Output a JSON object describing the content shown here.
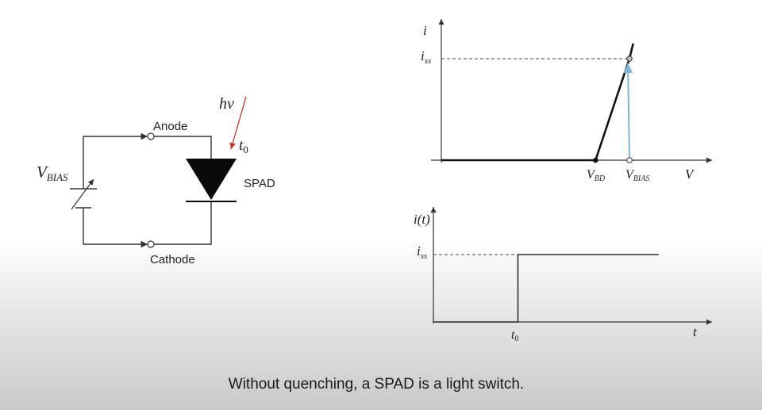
{
  "circuit": {
    "anode_label": "Anode",
    "cathode_label": "Cathode",
    "spad_label": "SPAD",
    "photon_label": "hν",
    "photon_time": "t",
    "photon_time_sub": "0",
    "vbias_main": "V",
    "vbias_sub": "BIAS",
    "photon_arrow_color": "#c0392b"
  },
  "chart_data": [
    {
      "type": "line",
      "title": "",
      "xlabel": "V",
      "ylabel": "i",
      "y_level_label": "i",
      "y_level_sub": "ss",
      "x_markers": [
        {
          "main": "V",
          "sub": "BD"
        },
        {
          "main": "V",
          "sub": "BIAS"
        }
      ],
      "series": [
        {
          "points": [
            [
              0,
              0
            ],
            [
              0.82,
              0
            ],
            [
              1.0,
              1.0
            ],
            [
              1.02,
              1.15
            ]
          ],
          "color": "#111111"
        },
        {
          "points": [
            [
              1.0,
              0
            ],
            [
              1.0,
              1.0
            ]
          ],
          "color": "#7fb3d5"
        }
      ]
    },
    {
      "type": "line",
      "title": "",
      "xlabel": "t",
      "ylabel": "i(t)",
      "y_level_label": "i",
      "y_level_sub": "ss",
      "x_marker": {
        "main": "t",
        "sub": "0"
      },
      "series": [
        {
          "points": [
            [
              0,
              0
            ],
            [
              0.3,
              0
            ],
            [
              0.3,
              1.0
            ],
            [
              0.8,
              1.0
            ]
          ],
          "color": "#333333"
        }
      ]
    }
  ],
  "caption": "Without quenching, a SPAD is a light switch."
}
